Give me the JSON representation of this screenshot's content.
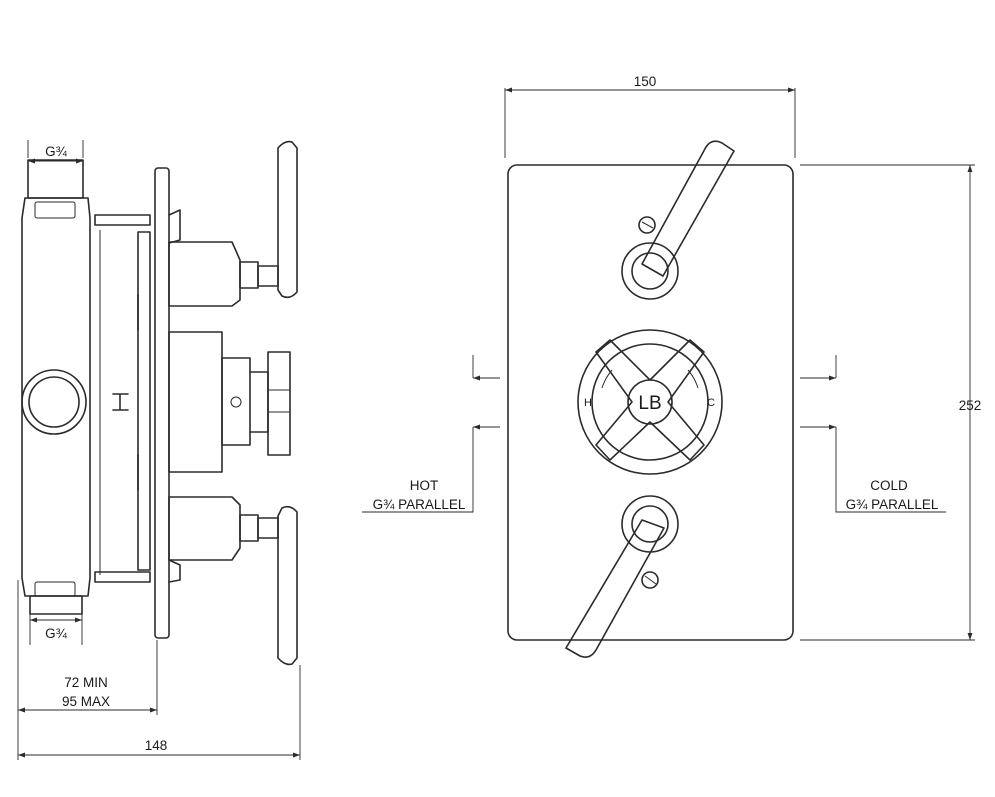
{
  "side_view": {
    "top_connection": "G¾",
    "bottom_connection": "G¾",
    "hot_marker": "H",
    "depth_min": "72 MIN",
    "depth_max": "95 MAX",
    "overall_depth": "148"
  },
  "front_view": {
    "width": "150",
    "height": "252",
    "hot_label": "HOT",
    "hot_thread": "G¾ PARALLEL",
    "cold_label": "COLD",
    "cold_thread": "G¾ PARALLEL",
    "dial_hot_mark": "H",
    "dial_cold_mark": "C",
    "logo": "LB"
  }
}
